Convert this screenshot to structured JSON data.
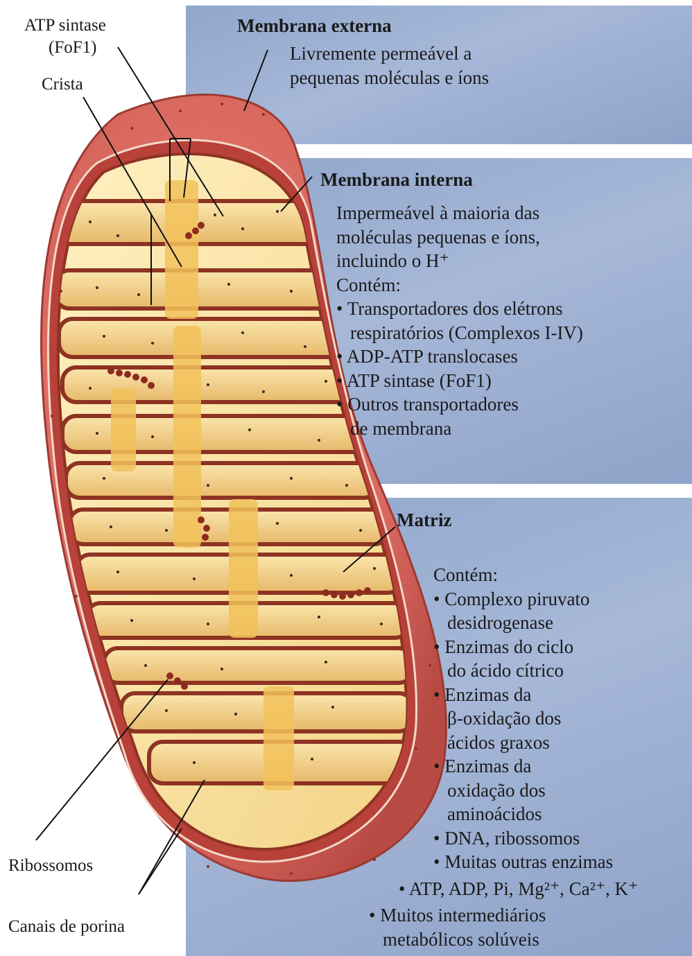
{
  "labels": {
    "atp_synthase": "ATP sintase",
    "atp_synthase_sub": "(FoF1)",
    "crista": "Crista",
    "ribosomes": "Ribossomos",
    "porin_channels": "Canais de porina"
  },
  "outer_membrane": {
    "title": "Membrana externa",
    "lines": [
      "Livremente permeável a",
      "pequenas moléculas e íons"
    ]
  },
  "inner_membrane": {
    "title": "Membrana interna",
    "lines": [
      "Impermeável à maioria das",
      "moléculas pequenas e íons,",
      "incluindo o H⁺",
      "Contém:"
    ],
    "items": [
      "• Transportadores dos elétrons",
      "respiratórios (Complexos I-IV)",
      "• ADP-ATP translocases",
      "• ATP sintase (FoF1)",
      "• Outros transportadores",
      "de membrana"
    ]
  },
  "matrix": {
    "title": "Matriz",
    "contains": "Contém:",
    "items": [
      "• Complexo piruvato",
      "desidrogenase",
      "• Enzimas do ciclo",
      "do ácido cítrico",
      "• Enzimas da",
      "β-oxidação dos",
      "ácidos graxos",
      "• Enzimas da",
      "oxidação dos",
      "aminoácidos",
      "• DNA, ribossomos",
      "• Muitas outras enzimas"
    ],
    "ions": "• ATP, ADP, Pi, Mg²⁺, Ca²⁺, K⁺",
    "last": [
      "• Muitos intermediários",
      "metabólicos solúveis"
    ]
  },
  "colors": {
    "panel_blue": "#9fb3d6",
    "outer_membrane": "#d9685f",
    "intermembrane": "#b8413a",
    "matrix": "#f7dd93",
    "crista": "#8e3323"
  }
}
